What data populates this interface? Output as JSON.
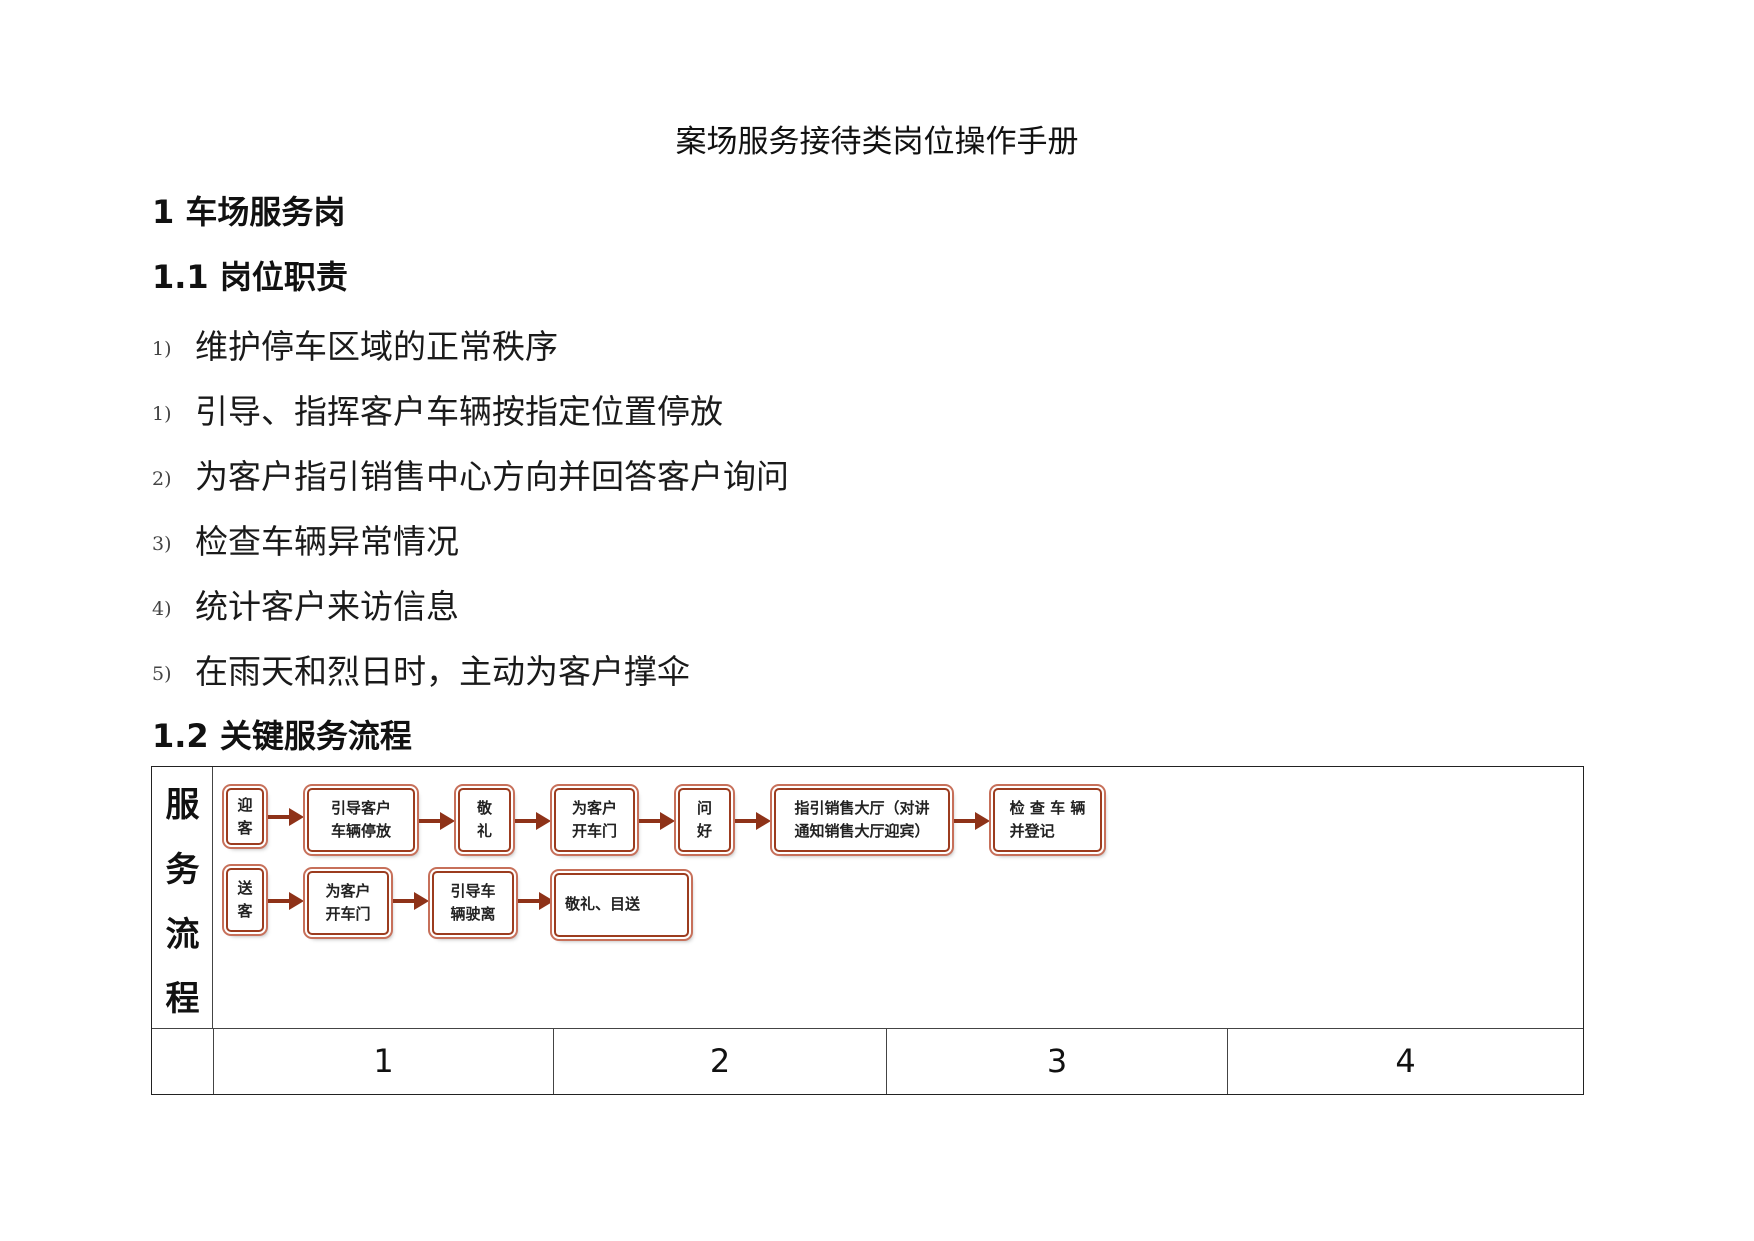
{
  "document": {
    "title": "案场服务接待类岗位操作手册"
  },
  "section1": {
    "heading": "1 车场服务岗"
  },
  "section1_1": {
    "heading": "1.1 岗位职责",
    "items": [
      {
        "num": "1)",
        "text": "维护停车区域的正常秩序"
      },
      {
        "num": "1)",
        "text": "引导、指挥客户车辆按指定位置停放"
      },
      {
        "num": "2)",
        "text": "为客户指引销售中心方向并回答客户询问"
      },
      {
        "num": "3)",
        "text": "检查车辆异常情况"
      },
      {
        "num": "4)",
        "text": "统计客户来访信息"
      },
      {
        "num": "5)",
        "text": "在雨天和烈日时，主动为客户撑伞"
      }
    ]
  },
  "section1_2": {
    "heading": "1.2 关键服务流程"
  },
  "flow_table": {
    "side_label": [
      "服",
      "务",
      "流",
      "程"
    ],
    "row1": [
      {
        "text": "迎\n客"
      },
      {
        "text": "引导客户\n车辆停放"
      },
      {
        "text": "敬\n礼"
      },
      {
        "text": "为客户\n开车门"
      },
      {
        "text": "问\n好"
      },
      {
        "text": "指引销售大厅（对讲\n通知销售大厅迎宾）"
      },
      {
        "text": "检 查 车 辆\n并登记"
      }
    ],
    "row2": [
      {
        "text": "送\n客"
      },
      {
        "text": "为客户\n开车门"
      },
      {
        "text": "引导车\n辆驶离"
      },
      {
        "text": "敬礼、目送"
      }
    ],
    "numbers": [
      "1",
      "2",
      "3",
      "4"
    ]
  }
}
